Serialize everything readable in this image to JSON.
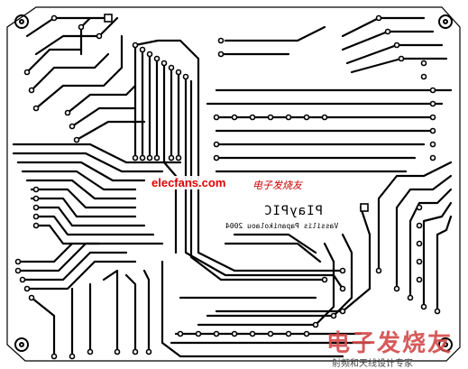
{
  "board": {
    "title": "PIayPIC",
    "subtitle": "Vassilis Papanikolaou 2004"
  },
  "watermark": {
    "site": "elecfans.com",
    "site_cn": "电子发烧友",
    "logo_cn": "电子发烧友",
    "tagline": "射频和天线设计专家"
  },
  "colors": {
    "copper": "#000000",
    "background": "#ffffff",
    "watermark": "#e00000"
  }
}
